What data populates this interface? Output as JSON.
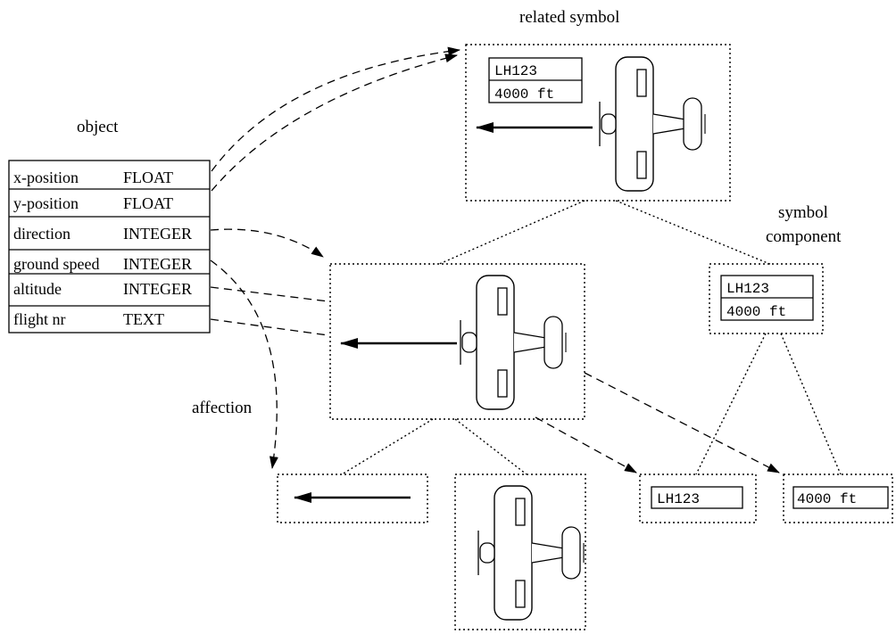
{
  "labels": {
    "object": "object",
    "related_symbol": "related symbol",
    "symbol_component_line1": "symbol",
    "symbol_component_line2": "component",
    "affection": "affection"
  },
  "attributes": [
    {
      "name": "x-position",
      "type": "FLOAT"
    },
    {
      "name": "y-position",
      "type": "FLOAT"
    },
    {
      "name": "direction",
      "type": "INTEGER"
    },
    {
      "name": "ground speed",
      "type": "INTEGER"
    },
    {
      "name": "altitude",
      "type": "INTEGER"
    },
    {
      "name": "flight nr",
      "type": "TEXT"
    }
  ],
  "flight_label": {
    "flight_number": "LH123",
    "altitude": "4000 ft"
  }
}
